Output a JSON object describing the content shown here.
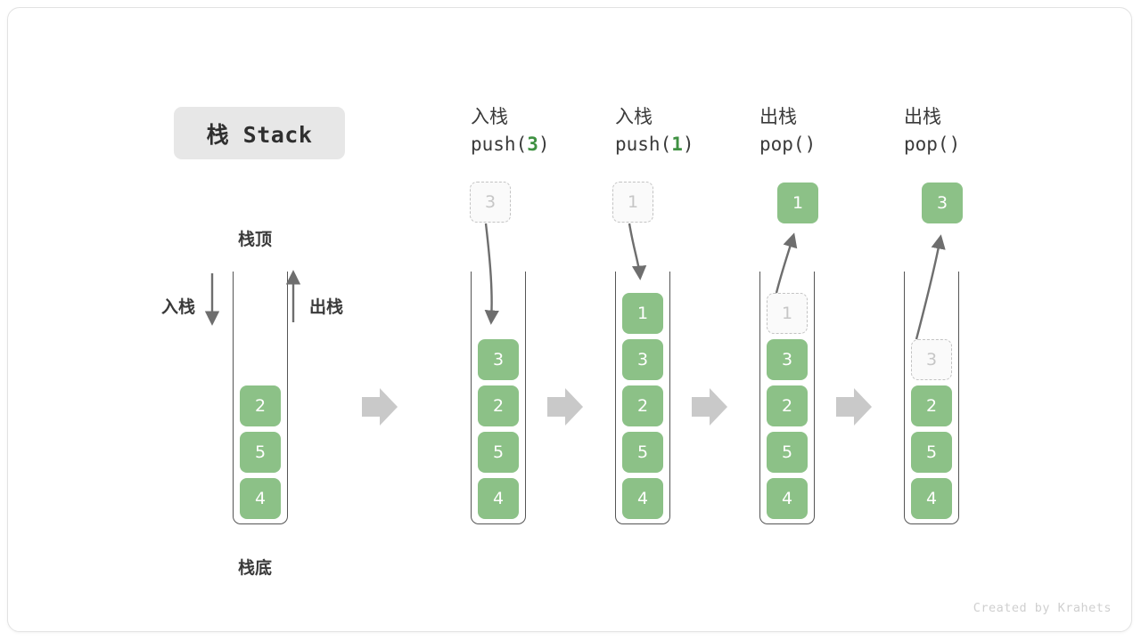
{
  "title": {
    "text": "栈 Stack"
  },
  "labels": {
    "top": "栈顶",
    "bottom": "栈底",
    "push": "入栈",
    "pop": "出栈"
  },
  "colors": {
    "element_fill": "#8cc187",
    "element_text": "#ffffff",
    "ghost_fill": "#fafafa",
    "ghost_text": "#c6c6c6",
    "ghost_border": "#c3c3c3",
    "container_border": "#555555",
    "arrow": "#6e6e6e",
    "step_arrow": "#c9c9c9",
    "accent_green": "#3f9142",
    "title_chip": "#e7e7e7",
    "text": "#3a3a3a"
  },
  "columns": [
    {
      "id": "initial",
      "header_line1": "",
      "header_line2": "",
      "header_arg": "",
      "stack": [
        "2",
        "5",
        "4"
      ],
      "ghost_outside": null,
      "ghost_inside": null,
      "popped": null
    },
    {
      "id": "push-3",
      "header_line1": "入栈",
      "header_line2_prefix": "push(",
      "header_arg": "3",
      "header_line2_suffix": ")",
      "stack": [
        "3",
        "2",
        "5",
        "4"
      ],
      "ghost_outside": "3",
      "ghost_inside": null,
      "popped": null
    },
    {
      "id": "push-1",
      "header_line1": "入栈",
      "header_line2_prefix": "push(",
      "header_arg": "1",
      "header_line2_suffix": ")",
      "stack": [
        "1",
        "3",
        "2",
        "5",
        "4"
      ],
      "ghost_outside": "1",
      "ghost_inside": null,
      "popped": null
    },
    {
      "id": "pop-1",
      "header_line1": "出栈",
      "header_line2_prefix": "pop(",
      "header_arg": "",
      "header_line2_suffix": ")",
      "stack": [
        "3",
        "2",
        "5",
        "4"
      ],
      "ghost_outside": null,
      "ghost_inside": "1",
      "popped": "1"
    },
    {
      "id": "pop-2",
      "header_line1": "出栈",
      "header_line2_prefix": "pop(",
      "header_arg": "",
      "header_line2_suffix": ")",
      "stack": [
        "2",
        "5",
        "4"
      ],
      "ghost_outside": null,
      "ghost_inside": "3",
      "popped": "3"
    }
  ],
  "elements": {
    "c0_e0": "2",
    "c0_e1": "5",
    "c0_e2": "4",
    "c1_ghost": "3",
    "c1_e0": "3",
    "c1_e1": "2",
    "c1_e2": "5",
    "c1_e3": "4",
    "c2_ghost": "1",
    "c2_e0": "1",
    "c2_e1": "3",
    "c2_e2": "2",
    "c2_e3": "5",
    "c2_e4": "4",
    "c3_popped": "1",
    "c3_ghost": "1",
    "c3_e0": "3",
    "c3_e1": "2",
    "c3_e2": "5",
    "c3_e3": "4",
    "c4_popped": "3",
    "c4_ghost": "3",
    "c4_e0": "2",
    "c4_e1": "5",
    "c4_e2": "4"
  },
  "headers": {
    "h1_l1": "入栈",
    "h1_pre": "push(",
    "h1_arg": "3",
    "h1_suf": ")",
    "h2_l1": "入栈",
    "h2_pre": "push(",
    "h2_arg": "1",
    "h2_suf": ")",
    "h3_l1": "出栈",
    "h3_pre": "pop(",
    "h3_arg": "",
    "h3_suf": ")",
    "h4_l1": "出栈",
    "h4_pre": "pop(",
    "h4_arg": "",
    "h4_suf": ")"
  },
  "footer": {
    "credit": "Created by Krahets"
  }
}
